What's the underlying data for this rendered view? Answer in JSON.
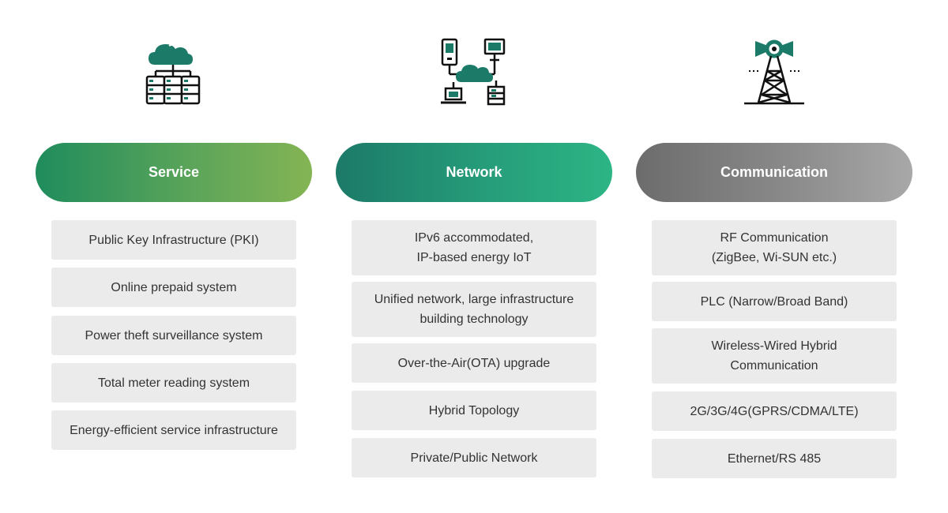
{
  "columns": {
    "service": {
      "title": "Service",
      "icon": "cloud-server-icon",
      "items": [
        "Public Key Infrastructure (PKI)",
        "Online prepaid system",
        "Power theft surveillance system",
        "Total meter reading system",
        "Energy-efficient service infrastructure"
      ]
    },
    "network": {
      "title": "Network",
      "icon": "cloud-network-devices-icon",
      "items": [
        "IPv6 accommodated,\nIP-based energy IoT",
        "Unified network, large infrastructure\nbuilding technology",
        "Over-the-Air(OTA) upgrade",
        "Hybrid Topology",
        "Private/Public Network"
      ]
    },
    "communication": {
      "title": "Communication",
      "icon": "transmission-tower-icon",
      "items": [
        "RF Communication\n(ZigBee, Wi-SUN etc.)",
        "PLC (Narrow/Broad Band)",
        "Wireless-Wired Hybrid\nCommunication",
        "2G/3G/4G(GPRS/CDMA/LTE)",
        "Ethernet/RS 485"
      ]
    }
  },
  "colors": {
    "accent_green": "#1f8c5c",
    "accent_teal": "#259a78",
    "accent_gray": "#8a8a8a",
    "box_bg": "#ebebeb",
    "icon_fill": "#1c7a68"
  }
}
